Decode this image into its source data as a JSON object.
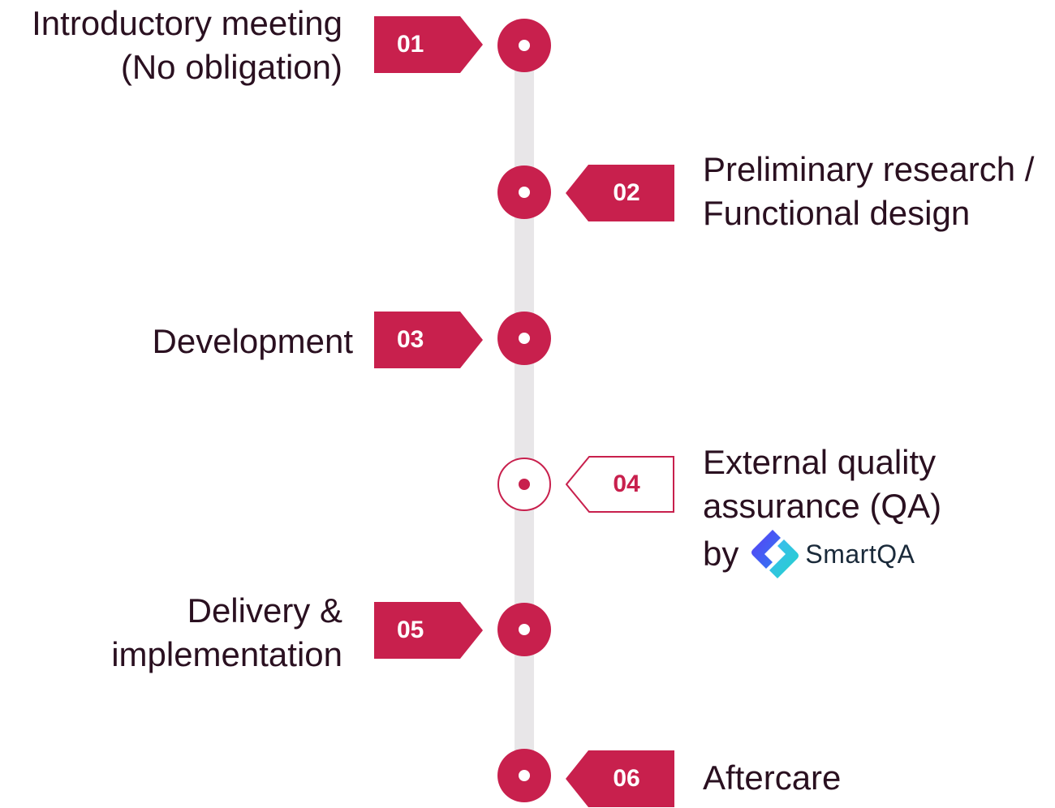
{
  "colors": {
    "accent": "#c8204d",
    "track": "#e8e6e8",
    "text": "#2a1020"
  },
  "steps": [
    {
      "number": "01",
      "label_line1": "Introductory meeting",
      "label_line2": "(No obligation)"
    },
    {
      "number": "02",
      "label_line1": "Preliminary research /",
      "label_line2": "Functional design"
    },
    {
      "number": "03",
      "label_line1": "Development"
    },
    {
      "number": "04",
      "label_line1": "External quality",
      "label_line2": "assurance (QA)",
      "label_by": "by",
      "partner_logo_text": "SmartQA",
      "partner_icon": "smartqa-logo-icon"
    },
    {
      "number": "05",
      "label_line1": "Delivery &",
      "label_line2": "implementation"
    },
    {
      "number": "06",
      "label_line1": "Aftercare"
    }
  ]
}
